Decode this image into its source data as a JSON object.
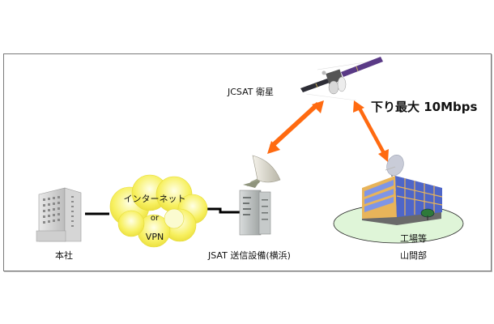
{
  "diagram": {
    "nodes": {
      "head_office": {
        "label": "本社"
      },
      "network": {
        "line1": "インターネット",
        "line2": "or",
        "line3": "VPN"
      },
      "ground_station": {
        "label": "JSAT 送信設備(横浜)"
      },
      "satellite": {
        "label": "JCSAT 衛星"
      },
      "remote_site": {
        "label": "山間部",
        "sublabel": "工場等"
      }
    },
    "downlink_annotation": "下り最大 10Mbps",
    "colors": {
      "arrow": "#ff6a10",
      "cloud": "#f7f060",
      "ground_ellipse": "#dff5d8",
      "frame_border": "#7a7a7a",
      "factory_window": "#5b74d6",
      "factory_frame": "#e8b45a",
      "satellite_panel": "#5a3a86"
    },
    "connections": [
      {
        "from": "head_office",
        "to": "network",
        "type": "wired"
      },
      {
        "from": "network",
        "to": "ground_station",
        "type": "wired"
      },
      {
        "from": "ground_station",
        "to": "satellite",
        "type": "bidirectional-wireless"
      },
      {
        "from": "satellite",
        "to": "remote_site",
        "type": "bidirectional-wireless"
      }
    ]
  }
}
